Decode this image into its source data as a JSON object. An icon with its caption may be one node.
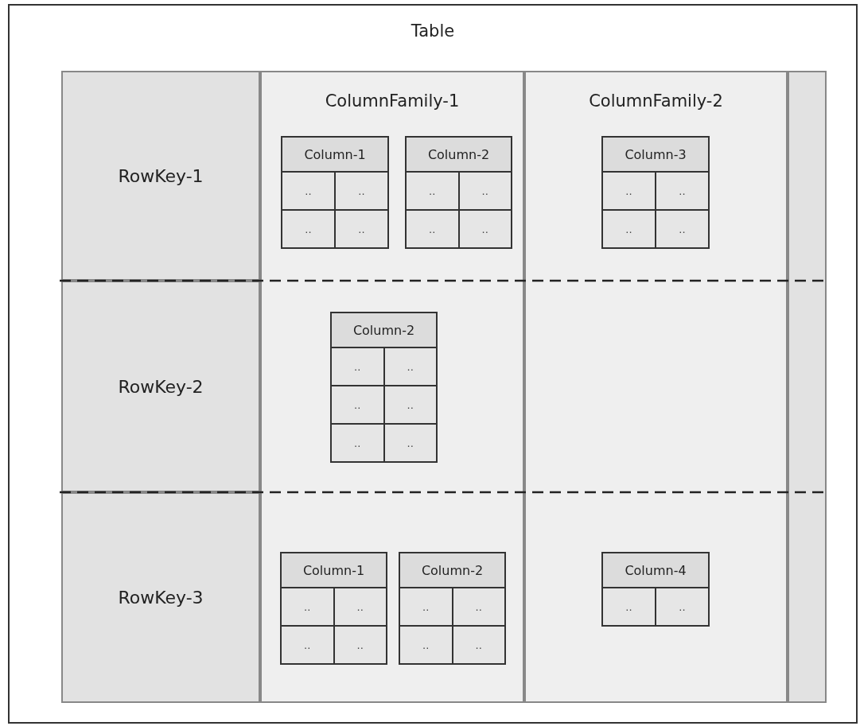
{
  "diagram": {
    "nodes": [
      {
        "text": [
          "Table"
        ]
      },
      {
        "text": [
          "RowKey-1"
        ],
        "in": 0
      },
      {
        "text": [
          "RowKey-2"
        ],
        "in": 0
      },
      {
        "text": [
          "RowKey-3"
        ],
        "in": 0
      },
      {
        "text": [
          "ColumnFamily-1"
        ],
        "in": 0
      },
      {
        "text": [
          "ColumnFamily-2"
        ],
        "in": 0
      },
      {
        "text": [],
        "shape": "box",
        "in": 0
      },
      {
        "text": [
          "Column-1",
          "..",
          "..",
          "..",
          ".."
        ],
        "in": 4
      },
      {
        "text": [
          "Column-2",
          "..",
          "..",
          "..",
          ".."
        ],
        "in": 4
      },
      {
        "text": [
          "Column-3",
          "..",
          "..",
          "..",
          ".."
        ],
        "in": 5
      },
      {
        "text": [
          "Column-2",
          "..",
          "..",
          "..",
          "..",
          "..",
          ".."
        ],
        "in": 4
      },
      {
        "text": [
          "Column-1",
          "..",
          "..",
          "..",
          ".."
        ],
        "in": 4
      },
      {
        "text": [
          "Column-2",
          "..",
          "..",
          "..",
          ".."
        ],
        "in": 4
      },
      {
        "text": [
          "Column-4",
          "..",
          ".."
        ],
        "in": 5
      }
    ],
    "edges": []
  }
}
